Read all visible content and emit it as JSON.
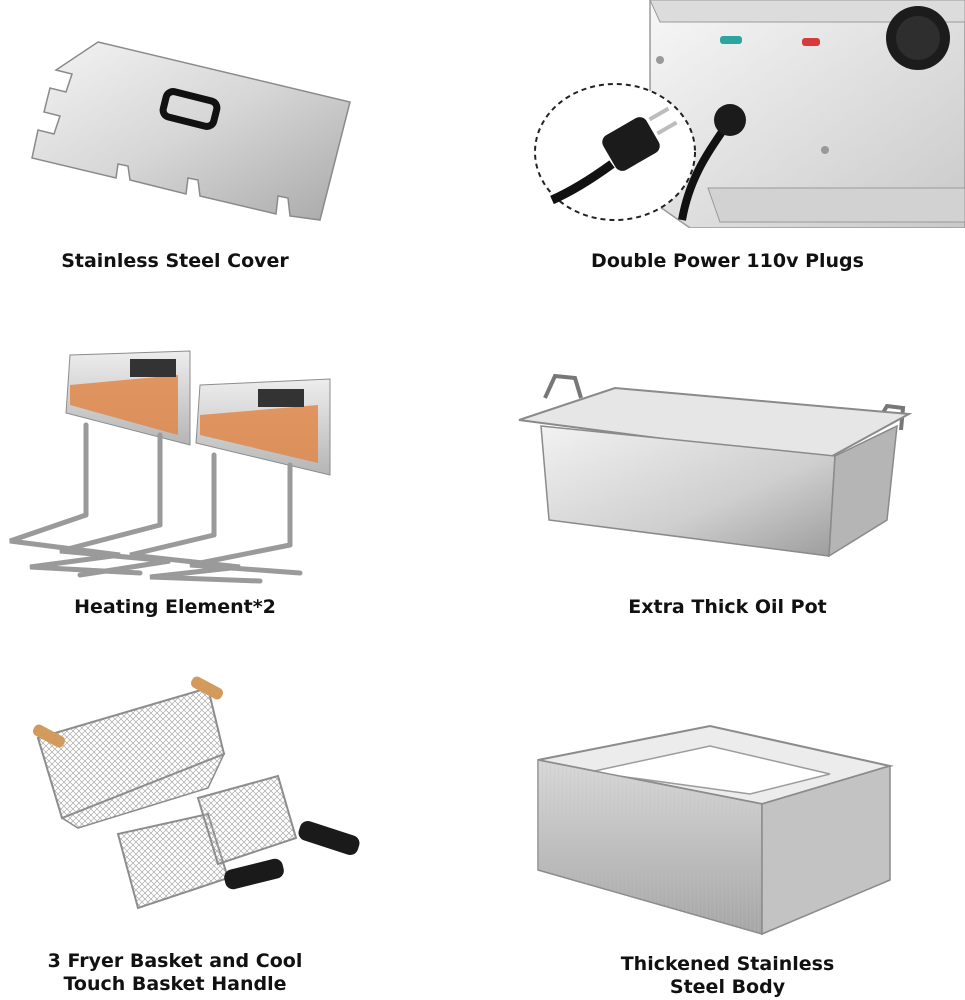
{
  "captions": {
    "cover": "Stainless Steel Cover",
    "plugs": "Double Power 110v Plugs",
    "heating": "Heating Element*2",
    "oil_pot": "Extra Thick Oil Pot",
    "basket": "3 Fryer Basket and Cool\nTouch Basket Handle",
    "body": "Thickened Stainless\nSteel Body"
  },
  "colors": {
    "steel_light": "#e8e8e8",
    "steel_mid": "#c4c4c4",
    "steel_dark": "#8e8e8e",
    "handle_black": "#1a1a1a",
    "wood": "#d29a5c",
    "copper": "#d98a4a"
  }
}
